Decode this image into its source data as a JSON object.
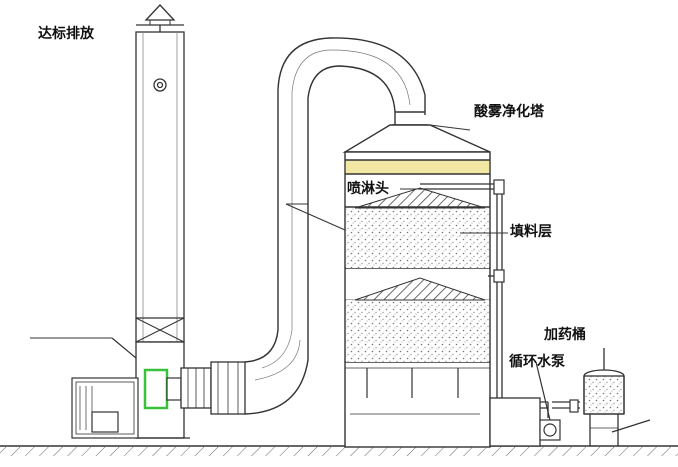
{
  "labels": {
    "discharge": "达标排放",
    "tower": "酸雾净化塔",
    "spray_head": "喷淋头",
    "packing_layer": "填料层",
    "dosing_tank": "加药桶",
    "circulation_pump": "循环水泵"
  },
  "colors": {
    "line": "#333333",
    "packing_band": "#f3e7a6",
    "fan_highlight": "#39c239",
    "ground_hatch": "#666666"
  },
  "icons": [
    "chimney-cap-icon",
    "fan-icon",
    "pump-icon",
    "valve-icon"
  ]
}
